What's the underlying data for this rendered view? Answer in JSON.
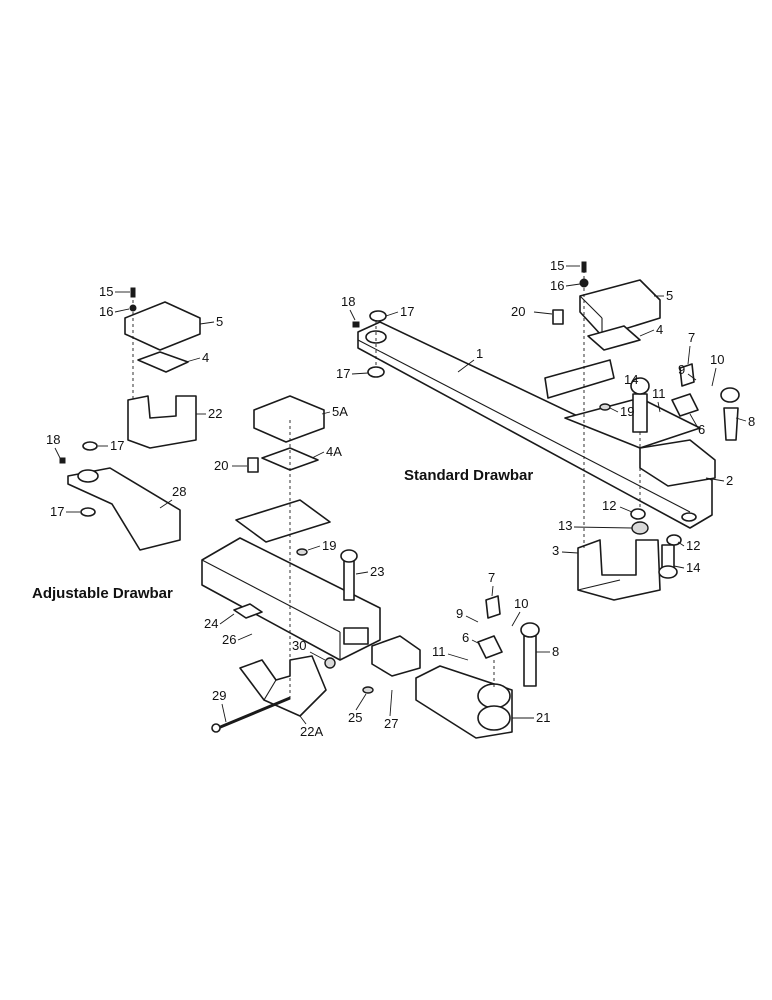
{
  "titles": {
    "standard": "Standard Drawbar",
    "adjustable": "Adjustable Drawbar"
  },
  "callouts": {
    "c1": "1",
    "c2": "2",
    "c3": "3",
    "c4a": "4",
    "c4b": "4",
    "c4A": "4A",
    "c5a": "5",
    "c5b": "5",
    "c5A": "5A",
    "c6a": "6",
    "c6b": "6",
    "c7a": "7",
    "c7b": "7",
    "c8a": "8",
    "c8b": "8",
    "c9a": "9",
    "c9b": "9",
    "c10a": "10",
    "c10b": "10",
    "c11a": "11",
    "c11b": "11",
    "c12a": "12",
    "c12b": "12",
    "c13": "13",
    "c14a": "14",
    "c14b": "14",
    "c15a": "15",
    "c15b": "15",
    "c16a": "16",
    "c16b": "16",
    "c17a": "17",
    "c17b": "17",
    "c17c": "17",
    "c17d": "17",
    "c18a": "18",
    "c18b": "18",
    "c19a": "19",
    "c19b": "19",
    "c20a": "20",
    "c20b": "20",
    "c21": "21",
    "c22": "22",
    "c22A": "22A",
    "c23": "23",
    "c24": "24",
    "c25": "25",
    "c26": "26",
    "c27": "27",
    "c28": "28",
    "c29": "29",
    "c30": "30"
  }
}
